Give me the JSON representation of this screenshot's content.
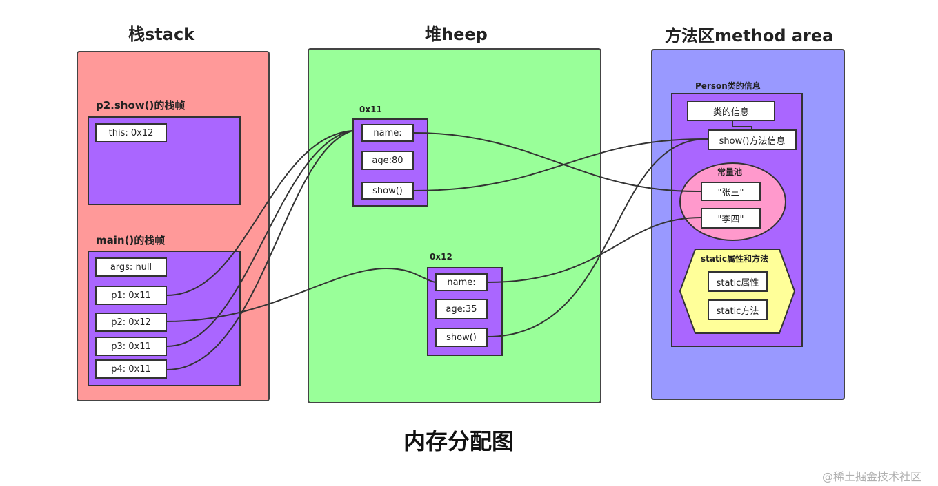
{
  "titles": {
    "stack": "栈stack",
    "heap": "堆heep",
    "method": "方法区method area"
  },
  "stack": {
    "show_frame_label": "p2.show()的栈帧",
    "show_frame_cells": [
      "this:  0x12"
    ],
    "main_frame_label": "main()的栈帧",
    "main_frame_cells": [
      "args: null",
      "p1:  0x11",
      "p2:  0x12",
      "p3: 0x11",
      "p4: 0x11"
    ]
  },
  "heap": {
    "objects": [
      {
        "address": "0x11",
        "fields": [
          "name:",
          "age:80",
          "show()"
        ]
      },
      {
        "address": "0x12",
        "fields": [
          "name:",
          "age:35",
          "show()"
        ]
      }
    ]
  },
  "method_area": {
    "class_label": "Person类的信息",
    "class_info": "类的信息",
    "method_info": "show()方法信息",
    "constant_pool": {
      "label": "常量池",
      "items": [
        "\"张三\"",
        "\"李四\""
      ]
    },
    "static_area": {
      "label": "static属性和方法",
      "items": [
        "static属性",
        "static方法"
      ]
    }
  },
  "caption": "内存分配图",
  "watermark": "@稀土掘金技术社区",
  "colors": {
    "stack": "#ff9999",
    "heap": "#99ff99",
    "method_area": "#9999ff",
    "frame": "#aa66ff",
    "constant_pool": "#ff99cc",
    "static_area": "#ffff99"
  }
}
